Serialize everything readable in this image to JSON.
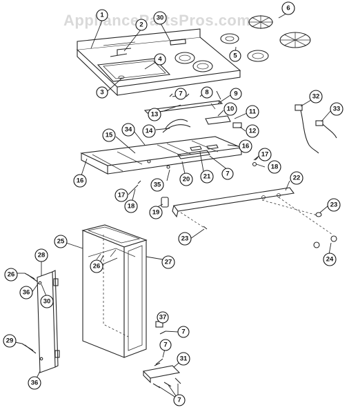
{
  "watermark": "AppliancePartsPros.com",
  "callouts": [
    "1",
    "2",
    "3",
    "4",
    "5",
    "6",
    "7",
    "8",
    "9",
    "10",
    "11",
    "12",
    "13",
    "14",
    "15",
    "16",
    "17",
    "18",
    "19",
    "20",
    "21",
    "22",
    "23",
    "24",
    "25",
    "26",
    "27",
    "28",
    "29",
    "30",
    "31",
    "32",
    "33",
    "34",
    "35",
    "36",
    "37"
  ]
}
